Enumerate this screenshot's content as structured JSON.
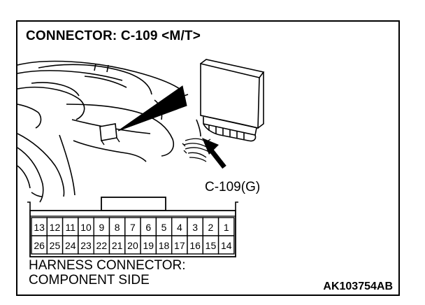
{
  "title": "CONNECTOR: C-109 <M/T>",
  "connector_callout": "C-109(G)",
  "pins": {
    "top_row": [
      "13",
      "12",
      "11",
      "10",
      "9",
      "8",
      "7",
      "6",
      "5",
      "4",
      "3",
      "2",
      "1"
    ],
    "bottom_row": [
      "26",
      "25",
      "24",
      "23",
      "22",
      "21",
      "20",
      "19",
      "18",
      "17",
      "16",
      "15",
      "14"
    ]
  },
  "footer": {
    "line1": "HARNESS CONNECTOR:",
    "line2": "COMPONENT SIDE"
  },
  "figure_code": "AK103754AB"
}
